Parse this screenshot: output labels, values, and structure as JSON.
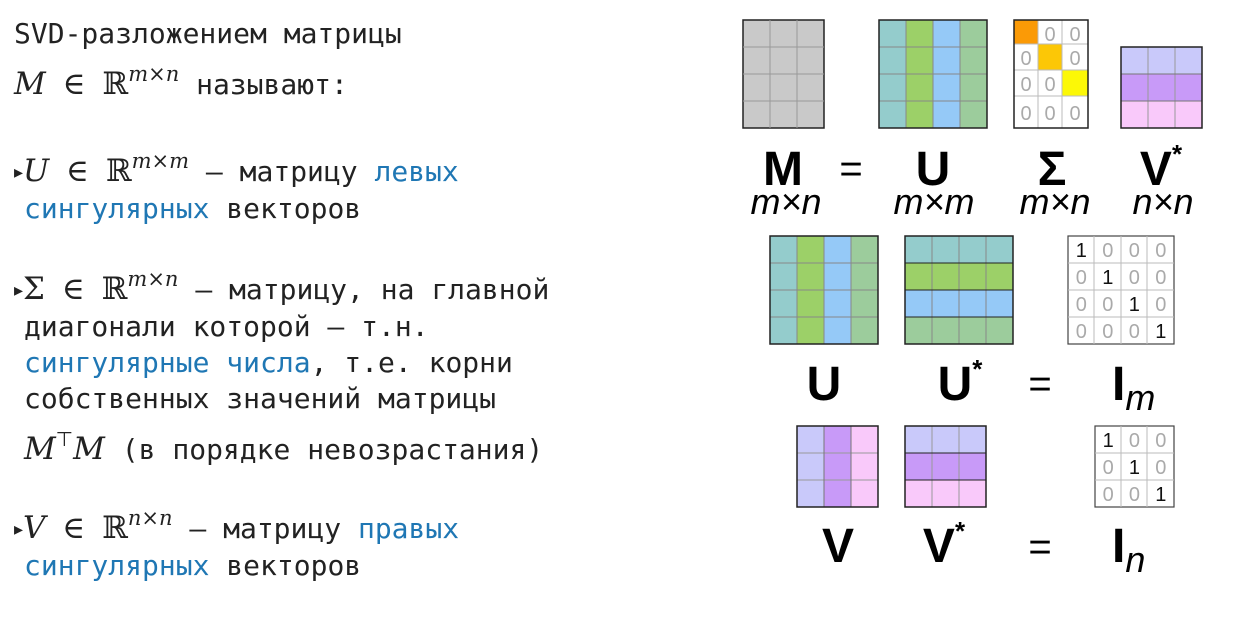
{
  "intro": {
    "line1": "SVD-разложением матрицы",
    "M": "M",
    "in": "∈",
    "R": "ℝ",
    "dims": "m×n",
    "tail": "называют:"
  },
  "u_item": {
    "bullet": "▸",
    "sym": "U",
    "in": "∈",
    "R": "ℝ",
    "dims": "m×m",
    "text1": "— матрицу",
    "hl1": "левых",
    "hl2": "сингулярных",
    "text2": "векторов"
  },
  "s_item": {
    "bullet": "▸",
    "sym": "Σ",
    "in": "∈",
    "R": "ℝ",
    "dims": "m×n",
    "text1": "— матрицу, на главной",
    "line2": "диагонали которой — т.н.",
    "hl": "сингулярные числа",
    "line3_tail": ", т.е. корни",
    "line4": "собственных значений матрицы",
    "M1": "M",
    "T": "⊤",
    "M2": "M",
    "line5_tail": "(в порядке невозрастания)"
  },
  "v_item": {
    "bullet": "▸",
    "sym": "V",
    "in": "∈",
    "R": "ℝ",
    "dims": "n×n",
    "text1": "— матрицу",
    "hl1": "правых",
    "hl2": "сингулярных",
    "text2": "векторов"
  },
  "diagram": {
    "row1": {
      "M": "M",
      "eq": "=",
      "U": "U",
      "S": "Σ",
      "V": "V",
      "star": "*",
      "dM": "m×n",
      "dU": "m×m",
      "dS": "m×n",
      "dV": "n×n"
    },
    "row2": {
      "U": "U",
      "Ustar": "U",
      "star": "*",
      "eq": "=",
      "I": "I",
      "sub": "m"
    },
    "row3": {
      "V": "V",
      "Vstar": "V",
      "star": "*",
      "eq": "=",
      "I": "I",
      "sub": "n"
    },
    "sigma_cells": [
      [
        "",
        "0",
        "0"
      ],
      [
        "0",
        "",
        "0"
      ],
      [
        "0",
        "0",
        ""
      ],
      [
        "0",
        "0",
        "0"
      ]
    ],
    "identity4": [
      [
        "1",
        "0",
        "0",
        "0"
      ],
      [
        "0",
        "1",
        "0",
        "0"
      ],
      [
        "0",
        "0",
        "1",
        "0"
      ],
      [
        "0",
        "0",
        "0",
        "1"
      ]
    ],
    "identity3": [
      [
        "1",
        "0",
        "0"
      ],
      [
        "0",
        "1",
        "0"
      ],
      [
        "0",
        "0",
        "1"
      ]
    ]
  },
  "colors": {
    "blue_text": "#1f77b4",
    "gray": "#c9c9c9",
    "teal": "#94cccc",
    "green": "#9cd068",
    "light_blue": "#95c9f7",
    "sea_green": "#9ccc9c",
    "lavender": "#c9c9fa",
    "purple": "#c89af8",
    "pink": "#f9c9fa",
    "orange": "#fb9a06",
    "amber": "#fcc706",
    "yellow": "#fcf806"
  }
}
